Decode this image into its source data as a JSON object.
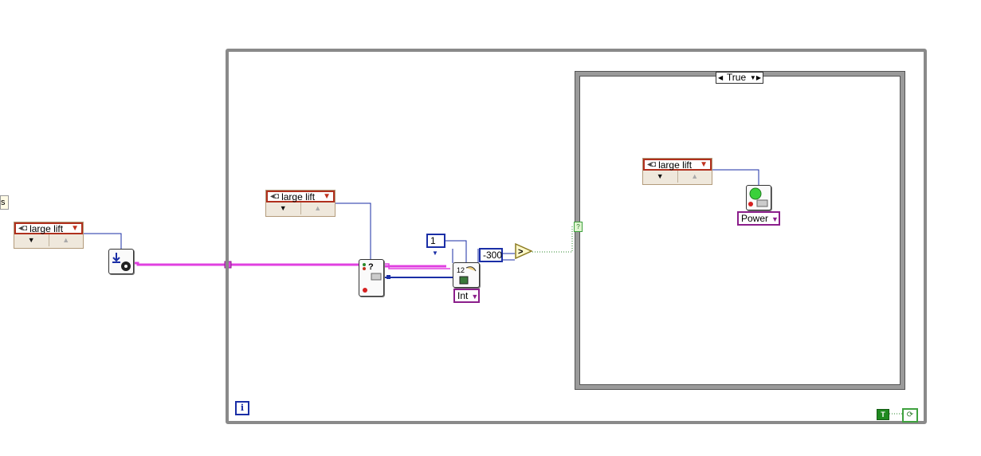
{
  "edge_label": "s",
  "motor_refs": [
    {
      "label": "large lift"
    },
    {
      "label": "large lift"
    },
    {
      "label": "large lift"
    }
  ],
  "case_selector": {
    "label": "True"
  },
  "constants": {
    "one": "1",
    "threshold": "-300"
  },
  "enums": {
    "int": "Int",
    "power": "Power"
  },
  "icons": {
    "read_sensor_vi": "download-sensor-icon",
    "motor_query_vi": "motor-query-icon",
    "rotation_vi": "motor-rotation-read-icon",
    "greater_than": "greater-than-icon",
    "motor_power_vi": "motor-power-icon",
    "iteration_terminal": "i",
    "condition_true": "T",
    "stop_terminal": "stop-icon"
  },
  "colors": {
    "refnum_wire": "#e040e0",
    "blue_wire": "#1a2ea6",
    "bool_wire": "#2b8a2b",
    "frame": "#8a8a8a",
    "refnum_border": "#b0301e"
  }
}
